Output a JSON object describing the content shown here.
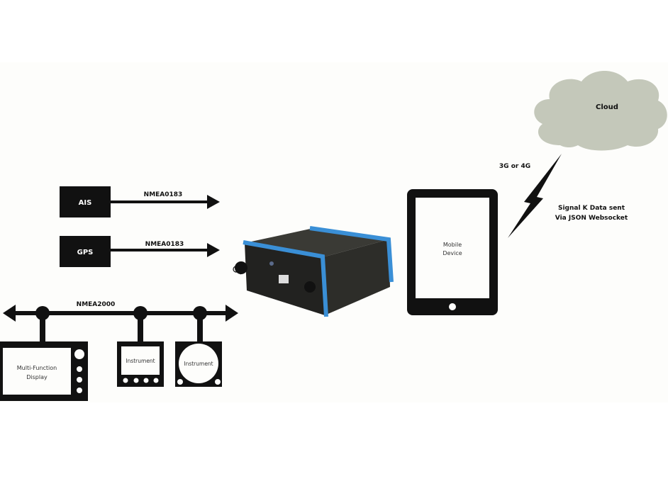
{
  "diagram": {
    "cloud": {
      "label": "Cloud",
      "color": "#c4c8ba"
    },
    "wireless": {
      "label": "3G or 4G",
      "note_line1": "Signal K Data sent",
      "note_line2": "Via JSON Websocket"
    },
    "mobile": {
      "line1": "Mobile",
      "line2": "Device"
    },
    "sources": [
      {
        "label": "AIS",
        "link": "NMEA0183"
      },
      {
        "label": "GPS",
        "link": "NMEA0183"
      }
    ],
    "bus": {
      "label": "NMEA2000"
    },
    "devices": [
      {
        "line1": "Multi-Function",
        "line2": "Display"
      },
      {
        "line1": "Instrument"
      },
      {
        "line1": "Instrument"
      }
    ],
    "gateway": {
      "accent": "#3a8fd6",
      "body": "#2a2a26"
    }
  }
}
